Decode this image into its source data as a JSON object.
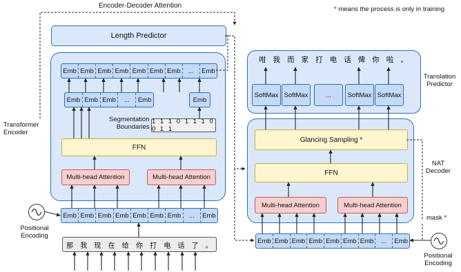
{
  "top_label": "Encoder-Decoder Attention",
  "note": "* means the process is only in training",
  "length_predictor": "Length Predictor",
  "translation_predictor": "Translation\nPredictor",
  "transformer_encoder": "Transformer\nEncoder",
  "nat_decoder": "NAT\nDecoder",
  "positional_encoding": "Positional\nEncoding",
  "mask": "mask *",
  "segmentation_boundaries": "Segmentation\nBoundaries",
  "segmentation_bits": "1 1 1 0 1 1 1 0 0 1 1",
  "ffn": "FFN",
  "multihead": "Multi-head Attention",
  "glancing": "Glancing Sampling *",
  "softmax": "SoftMax",
  "emb": "Emb",
  "ellipsis": "...",
  "input_chars": [
    "那",
    "我",
    "现",
    "在",
    "给",
    "你",
    "打",
    "电",
    "话",
    "了",
    "。"
  ],
  "output_chars": [
    "咁",
    "我",
    "而",
    "家",
    "打",
    "电",
    "话",
    "俾",
    "你",
    "啦",
    "。"
  ]
}
